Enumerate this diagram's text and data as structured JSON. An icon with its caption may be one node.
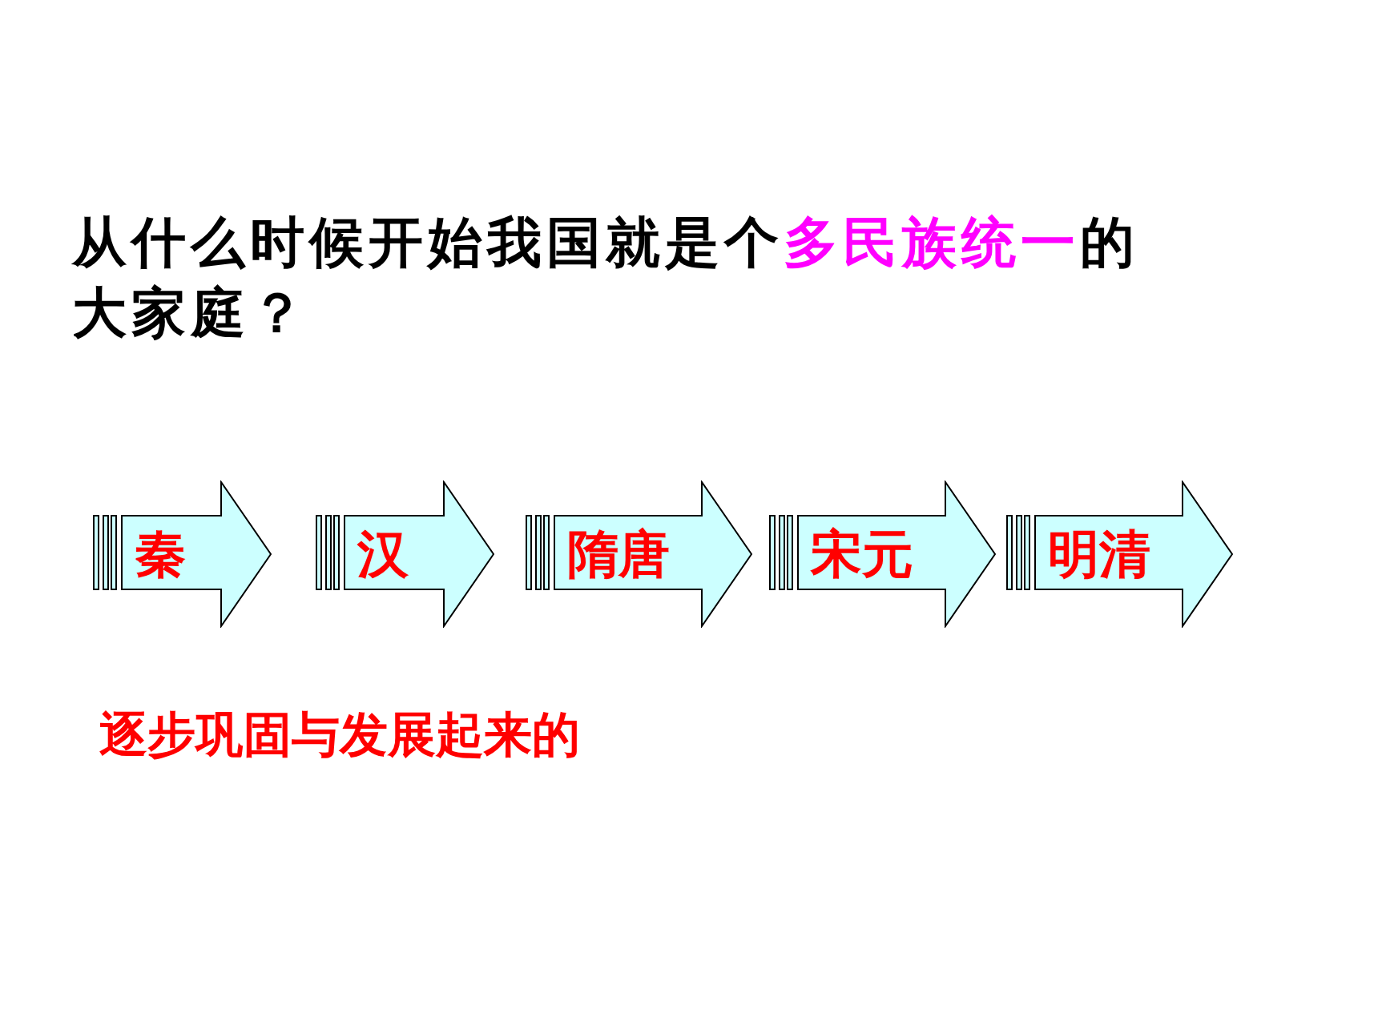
{
  "diagram": {
    "title": "从什么时候开始我国就是个**多民族统一**的大家庭？",
    "nodes": [
      {
        "text": [
          "秦"
        ]
      },
      {
        "text": [
          "汉"
        ]
      },
      {
        "text": [
          "隋唐"
        ]
      },
      {
        "text": [
          "宋元"
        ]
      },
      {
        "text": [
          "明清"
        ]
      }
    ],
    "labels": [
      "逐步巩固与发展起来的"
    ]
  }
}
